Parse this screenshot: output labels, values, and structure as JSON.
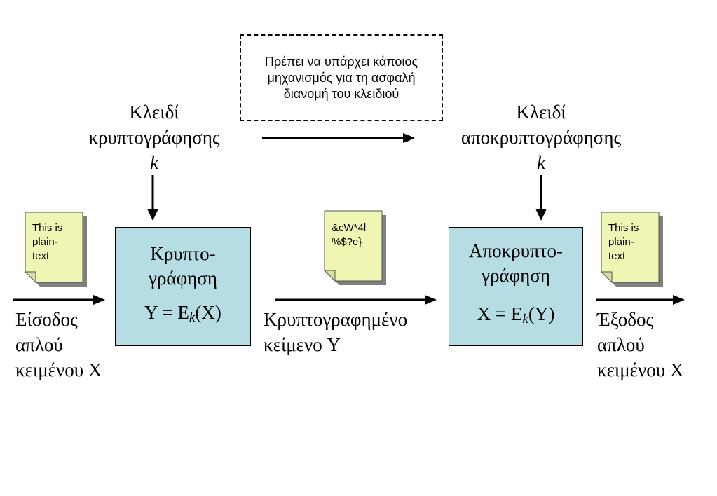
{
  "note": {
    "text": "Πρέπει να υπάρχει κάποιος μηχανισμός για τη ασφαλή διανομή του κλειδιού"
  },
  "encryption_key": {
    "line1": "Κλειδί",
    "line2": "κρυπτογράφησης",
    "symbol": "k"
  },
  "decryption_key": {
    "line1": "Κλειδί",
    "line2": "αποκρυπτογράφησης",
    "symbol": "k"
  },
  "input_doc": {
    "line1": "This is",
    "line2": "plain-",
    "line3": "text"
  },
  "cipher_doc": {
    "line1": "&cW*4l",
    "line2": "%$?e}"
  },
  "output_doc": {
    "line1": "This is",
    "line2": "plain-",
    "line3": "text"
  },
  "encrypt_box": {
    "line1": "Κρυπτο-",
    "line2": "γράφηση",
    "formula_lhs": "Y = E",
    "formula_sub": "k",
    "formula_rhs": "(X)"
  },
  "decrypt_box": {
    "line1": "Αποκρυπτο-",
    "line2": "γράφηση",
    "formula_lhs": "X = E",
    "formula_sub": "k",
    "formula_rhs": "(Y)"
  },
  "input_label": {
    "line1": "Είσοδος",
    "line2": "απλού",
    "line3": "κειμένου X"
  },
  "cipher_label": {
    "line1": "Κρυπτογραφημένο",
    "line2": "κείμενο Y"
  },
  "output_label": {
    "line1": "Έξοδος",
    "line2": "απλού",
    "line3": "κειμένου X"
  },
  "colors": {
    "process_fill": "#b7dde4",
    "document_fill": "#f0f5b3",
    "document_shadow": "#7f7f7f"
  }
}
